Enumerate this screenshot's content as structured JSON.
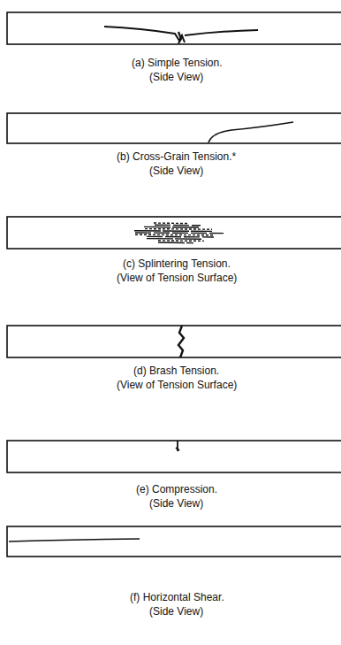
{
  "diagram": {
    "labels": [
      "(a) Simple Tension.",
      "(Side View)",
      "(b) Cross-Grain Tension.*",
      "(Side View)",
      "(c) Splintering Tension.",
      "(View of Tension Surface)",
      "(d) Brash Tension.",
      "(View of Tension Surface)",
      "(e) Compression.",
      "(Side View)",
      "(f) Horizontal Shear.",
      "(Side View)"
    ]
  }
}
